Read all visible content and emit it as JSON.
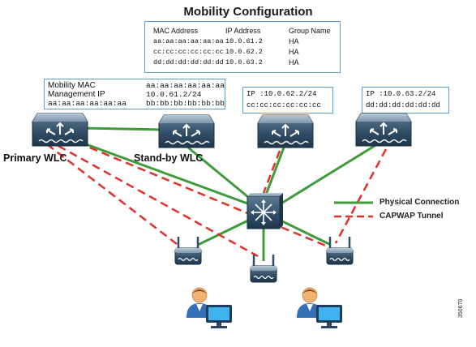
{
  "mobility_config": {
    "title": "Mobility Configuration",
    "headers": [
      "MAC Address",
      "IP Address",
      "Group Name"
    ],
    "rows": [
      [
        "aa:aa:aa:aa:aa:aa",
        "10.0.61.2",
        "HA"
      ],
      [
        "cc:cc:cc:cc:cc:cc",
        "10.0.62.2",
        "HA"
      ],
      [
        "dd:dd:dd:dd:dd:dd",
        "10.0.63.2",
        "HA"
      ]
    ]
  },
  "ha_box": {
    "row1_key": "Mobility MAC",
    "row1_val": "aa:aa:aa:aa:aa:aa",
    "row2_key": "Management IP",
    "row2_val": "10.0.61.2/24",
    "row3_key": "aa:aa:aa:aa:aa:aa",
    "row3_val": "bb:bb:bb:bb:bb:bb"
  },
  "wlc3_box": {
    "ip": "IP :10.0.62.2/24",
    "mac": "cc:cc:cc:cc:cc:cc"
  },
  "wlc4_box": {
    "ip": "IP :10.0.63.2/24",
    "mac": "dd:dd:dd:dd:dd:dd"
  },
  "labels": {
    "primary": "Primary WLC",
    "standby": "Stand-by WLC"
  },
  "legend": {
    "physical": "Physical Connection",
    "capwap": "CAPWAP Tunnel",
    "physical_color": "#3f9b3a",
    "capwap_color": "#e0322b"
  },
  "figure_id": "350670",
  "icons": [
    "wlc-icon",
    "switch-icon",
    "access-point-icon",
    "user-icon",
    "monitor-icon"
  ]
}
